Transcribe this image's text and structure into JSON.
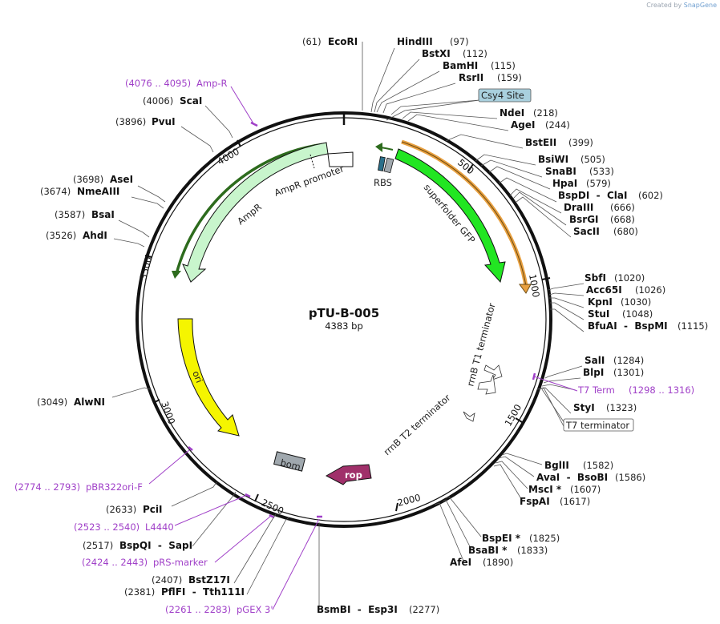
{
  "credit": {
    "prefix": "Created by",
    "brand": "SnapGene"
  },
  "plasmid": {
    "name": "pTU-B-005",
    "size_label": "4383 bp",
    "length": 4383
  },
  "ticks": [
    "500",
    "1000",
    "1500",
    "2000",
    "2500",
    "3000",
    "3500",
    "4000"
  ],
  "sites_right": [
    {
      "pos": "(97)",
      "name": "HindIII"
    },
    {
      "pos": "(112)",
      "name": "BstXI"
    },
    {
      "pos": "(115)",
      "name": "BamHI"
    },
    {
      "pos": "(159)",
      "name": "RsrII"
    },
    {
      "pos": "(218)",
      "name": "NdeI"
    },
    {
      "pos": "(244)",
      "name": "AgeI"
    },
    {
      "pos": "(399)",
      "name": "BstEII"
    },
    {
      "pos": "(505)",
      "name": "BsiWI"
    },
    {
      "pos": "(533)",
      "name": "SnaBI"
    },
    {
      "pos": "(579)",
      "name": "HpaI"
    },
    {
      "pos": "(602)",
      "name": "BspDI  -  ClaI"
    },
    {
      "pos": "(666)",
      "name": "DraIII"
    },
    {
      "pos": "(668)",
      "name": "BsrGI"
    },
    {
      "pos": "(680)",
      "name": "SacII"
    },
    {
      "pos": "(1020)",
      "name": "SbfI"
    },
    {
      "pos": "(1026)",
      "name": "Acc65I"
    },
    {
      "pos": "(1030)",
      "name": "KpnI"
    },
    {
      "pos": "(1048)",
      "name": "StuI"
    },
    {
      "pos": "(1115)",
      "name": "BfuAI  -  BspMI"
    },
    {
      "pos": "(1284)",
      "name": "SalI"
    },
    {
      "pos": "(1301)",
      "name": "BlpI"
    },
    {
      "pos": "(1323)",
      "name": "StyI"
    },
    {
      "pos": "(1582)",
      "name": "BglII"
    },
    {
      "pos": "(1586)",
      "name": "AvaI  -  BsoBI"
    },
    {
      "pos": "(1607)",
      "name": "MscI *"
    },
    {
      "pos": "(1617)",
      "name": "FspAI"
    },
    {
      "pos": "(1825)",
      "name": "BspEI *"
    },
    {
      "pos": "(1833)",
      "name": "BsaBI *"
    },
    {
      "pos": "(1890)",
      "name": "AfeI"
    },
    {
      "pos": "(2277)",
      "name": "BsmBI  -  Esp3I"
    }
  ],
  "sites_left": [
    {
      "pos": "(61)",
      "name": "EcoRI"
    },
    {
      "pos": "(4006)",
      "name": "ScaI"
    },
    {
      "pos": "(3896)",
      "name": "PvuI"
    },
    {
      "pos": "(3698)",
      "name": "AseI"
    },
    {
      "pos": "(3674)",
      "name": "NmeAIII"
    },
    {
      "pos": "(3587)",
      "name": "BsaI"
    },
    {
      "pos": "(3526)",
      "name": "AhdI"
    },
    {
      "pos": "(3049)",
      "name": "AlwNI"
    },
    {
      "pos": "(2633)",
      "name": "PciI"
    },
    {
      "pos": "(2517)",
      "name": "BspQI  -  SapI"
    },
    {
      "pos": "(2407)",
      "name": "BstZ17I"
    },
    {
      "pos": "(2381)",
      "name": "PflFI  -  Tth111I"
    }
  ],
  "primers": [
    {
      "range": "(4076 .. 4095)",
      "name": "Amp-R"
    },
    {
      "range": "(1298 .. 1316)",
      "name": "T7 Term"
    },
    {
      "range": "(2774 .. 2793)",
      "name": "pBR322ori-F"
    },
    {
      "range": "(2523 .. 2540)",
      "name": "L4440"
    },
    {
      "range": "(2424 .. 2443)",
      "name": "pRS-marker"
    },
    {
      "range": "(2261 .. 2283)",
      "name": "pGEX 3'"
    }
  ],
  "boxed_features": [
    {
      "label": "Csy4 Site"
    },
    {
      "label": "T7 terminator"
    }
  ],
  "features": [
    {
      "label": "superfolder GFP",
      "color": "#22e622"
    },
    {
      "label": "RBS",
      "color": "#2a6f8a"
    },
    {
      "label": "AmpR",
      "color": "#c8f5cc"
    },
    {
      "label": "AmpR promoter",
      "color": "#ffffff"
    },
    {
      "label": "ori",
      "color": "#f5f500"
    },
    {
      "label": "rrnB T1 terminator",
      "color": "#ffffff"
    },
    {
      "label": "rrnB T2 terminator",
      "color": "#ffffff"
    },
    {
      "label": "rop",
      "color": "#a0306a"
    },
    {
      "label": "bom",
      "color": "#a0a8ae"
    }
  ],
  "colors": {
    "primer": "#a040c8",
    "orf_arc": "#e8a040",
    "amp_arc": "#2d6b1d",
    "backbone": "#111111"
  }
}
